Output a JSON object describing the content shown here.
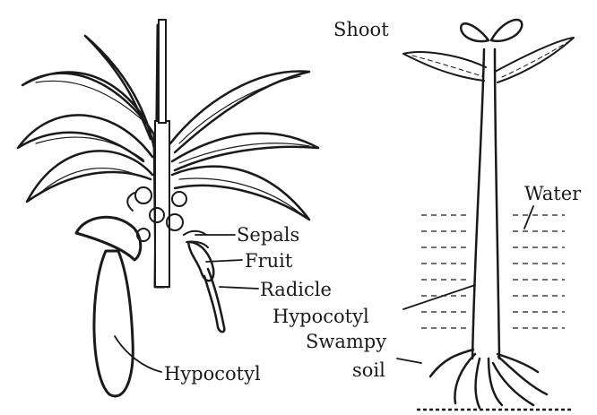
{
  "labels": {
    "shoot": "Shoot",
    "water": "Water",
    "sepals": "Sepals",
    "fruit": "Fruit",
    "radicle": "Radicle",
    "hypocotyl_right": "Hypocotyl",
    "swampy": "Swampy",
    "soil": "soil",
    "hypocotyl_left": "Hypocotyl"
  },
  "colors": {
    "ink": "#1a1a1a",
    "background": "#ffffff"
  }
}
